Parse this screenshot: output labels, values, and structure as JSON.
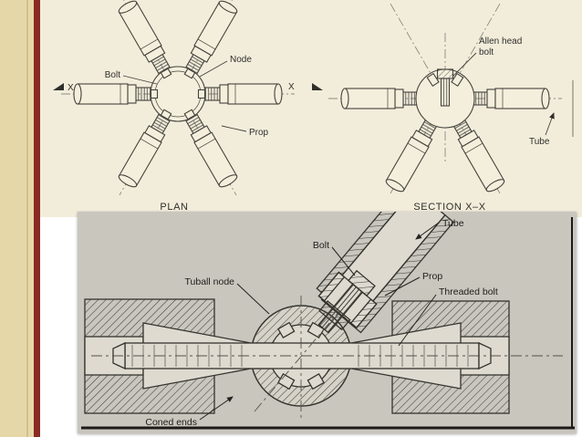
{
  "page": {
    "strip_color": "#e6d7a8",
    "bar_color": "#8a2a24",
    "top_bg": "#f2eddb",
    "photo_bg": "#c9c6be"
  },
  "plan": {
    "caption": "PLAN",
    "labels": {
      "bolt": "Bolt",
      "node": "Node",
      "prop": "Prop",
      "x_left": "X",
      "x_right": "X"
    }
  },
  "section": {
    "caption": "SECTION X–X",
    "labels": {
      "allen_line1": "Allen head",
      "allen_line2": "bolt",
      "tube": "Tube"
    }
  },
  "detail": {
    "labels": {
      "tube": "Tube",
      "bolt": "Bolt",
      "tuball_node": "Tuball node",
      "prop": "Prop",
      "threaded_bolt": "Threaded bolt",
      "coned_ends": "Coned ends"
    }
  }
}
